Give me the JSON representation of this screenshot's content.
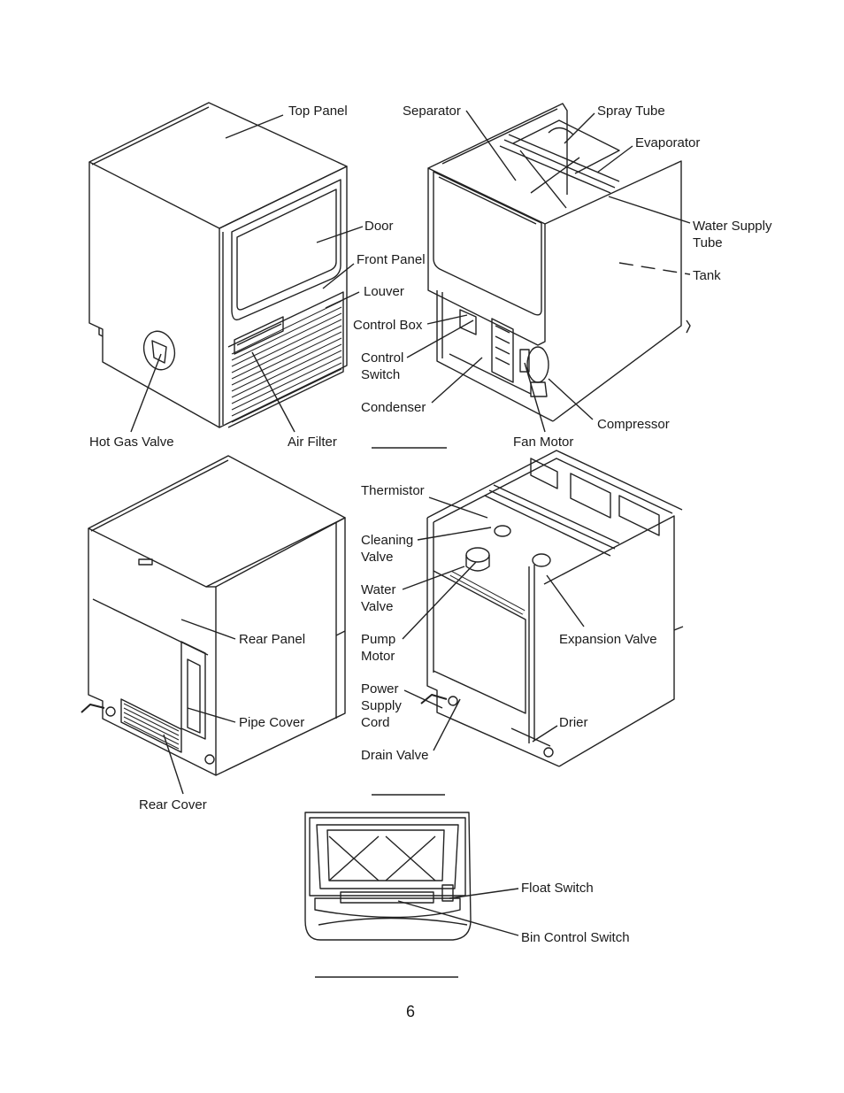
{
  "figure_views": [
    {
      "view": "front-exterior",
      "labels": {
        "top_panel": "Top Panel",
        "door": "Door",
        "front_panel": "Front Panel",
        "louver": "Louver",
        "hot_gas_valve": "Hot Gas Valve",
        "air_filter": "Air Filter"
      }
    },
    {
      "view": "front-interior",
      "labels": {
        "separator": "Separator",
        "spray_tube": "Spray Tube",
        "evaporator": "Evaporator",
        "water_supply_tube": "Water Supply\nTube",
        "tank": "Tank",
        "control_box": "Control Box",
        "control_switch": "Control\nSwitch",
        "condenser": "Condenser",
        "compressor": "Compressor",
        "fan_motor": "Fan Motor"
      }
    },
    {
      "view": "rear-exterior",
      "labels": {
        "rear_panel": "Rear Panel",
        "pipe_cover": "Pipe Cover",
        "rear_cover": "Rear Cover"
      }
    },
    {
      "view": "rear-interior",
      "labels": {
        "thermistor": "Thermistor",
        "cleaning_valve": "Cleaning\nValve",
        "water_valve": "Water\nValve",
        "pump_motor": "Pump\nMotor",
        "power_supply_cord": "Power\nSupply\nCord",
        "drain_valve": "Drain Valve",
        "expansion_valve": "Expansion Valve",
        "drier": "Drier"
      }
    },
    {
      "view": "bin-front",
      "labels": {
        "float_switch": "Float Switch",
        "bin_control_switch": "Bin Control Switch"
      }
    }
  ],
  "page_number": "6"
}
